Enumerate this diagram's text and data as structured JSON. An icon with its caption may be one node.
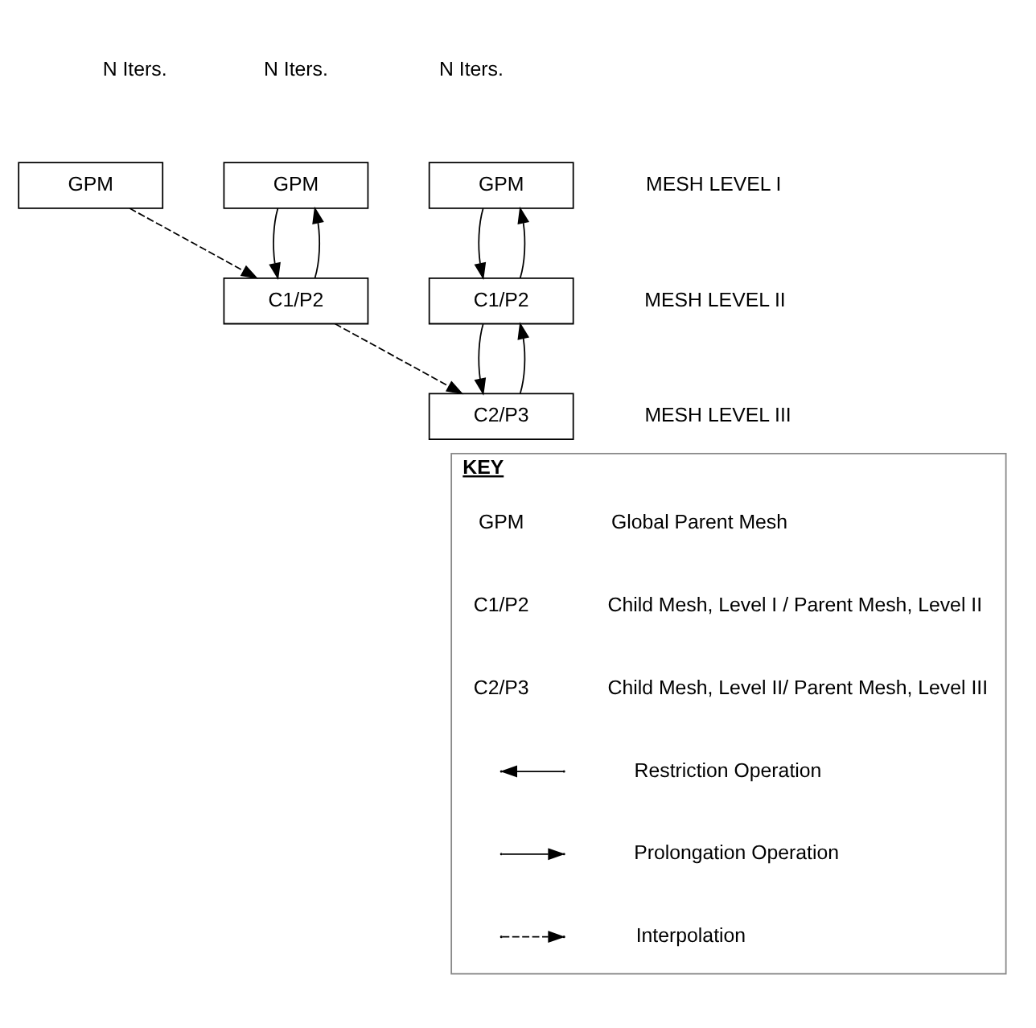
{
  "diagram": {
    "nodes": [
      {
        "text": [
          "GPM"
        ]
      },
      {
        "text": [
          "GPM"
        ]
      },
      {
        "text": [
          "C1/P2"
        ]
      },
      {
        "text": [
          "GPM"
        ]
      },
      {
        "text": [
          "C1/P2"
        ]
      },
      {
        "text": [
          "C2/P3"
        ]
      },
      {
        "text": [
          "KEY"
        ]
      }
    ],
    "edges": [
      {
        "from": 0,
        "to": 2,
        "arrow": "to",
        "style": "dashed"
      },
      {
        "from": 2,
        "to": 1,
        "arrow": "to"
      },
      {
        "from": 1,
        "to": 2,
        "arrow": "to"
      },
      {
        "from": 2,
        "to": 5,
        "arrow": "to",
        "style": "dashed"
      },
      {
        "from": 4,
        "to": 3,
        "arrow": "to"
      },
      {
        "from": 3,
        "to": 4,
        "arrow": "to"
      },
      {
        "from": 5,
        "to": 4,
        "arrow": "to"
      },
      {
        "from": 4,
        "to": 5,
        "arrow": "to"
      }
    ],
    "labels": [
      "N Iters.",
      "N Iters.",
      "N Iters.",
      "MESH LEVEL I",
      "MESH LEVEL II",
      "MESH LEVEL III",
      "GPM",
      "Global Parent Mesh",
      "C1/P2",
      "Child Mesh, Level I / Parent Mesh, Level II",
      "C2/P3",
      "Child Mesh, Level II/ Parent Mesh, Level III"
    ],
    "legend": [
      {
        "text": "Restriction Operation"
      },
      {
        "text": "Prolongation Operation"
      },
      {
        "text": "Interpolation"
      }
    ]
  }
}
